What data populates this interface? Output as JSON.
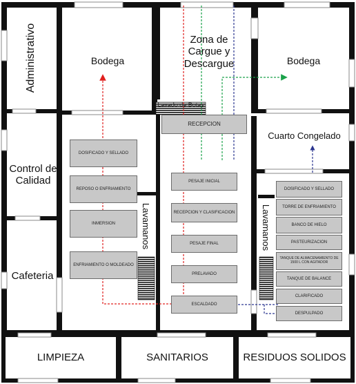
{
  "rooms": {
    "administrativo": "Administrativo",
    "control_calidad": "Control de Calidad",
    "cafeteria": "Cafeteria",
    "bodega_left": "Bodega",
    "bodega_right": "Bodega",
    "zona_cargue": "Zona de Cargue y Descargue",
    "cuarto_congelado": "Cuarto Congelado",
    "lavado_botas": "Lavado de Botas",
    "lavamanos_left": "Lavamanos",
    "lavamanos_right": "Lavamanos",
    "limpieza": "LIMPIEZA",
    "sanitarios": "SANITARIOS",
    "residuos": "RESIDUOS SOLIDOS"
  },
  "stations": {
    "left": [
      "DOSIFICADO Y SELLADO",
      "REPOSO O ENFRIAMIENTO",
      "INMERSION",
      "ENFRIAMIENTO O MOLDEADO"
    ],
    "center": [
      "RECEPCION",
      "PESAJE INICIAL",
      "RECEPCION Y CLASIFICACION",
      "PESAJE FINAL",
      "PRELAVADO",
      "ESCALDADO"
    ],
    "right": [
      "DOSIFICADO Y SELLADO",
      "TORRE DE ENFRIAMIENTO",
      "BANCO DE HIELO",
      "PASTEURIZACION",
      "TANQUE DE ALMACENAMIENTO DE 1500 L CON AGITADOR",
      "TANQUE DE BALANCE",
      "CLARIFICADO",
      "DESPULPADO"
    ]
  },
  "colors": {
    "wall": "#111111",
    "station_fill": "#c8c8c8",
    "flow_red": "#e0201e",
    "flow_green": "#1aa24a",
    "flow_blue": "#2b3690"
  }
}
